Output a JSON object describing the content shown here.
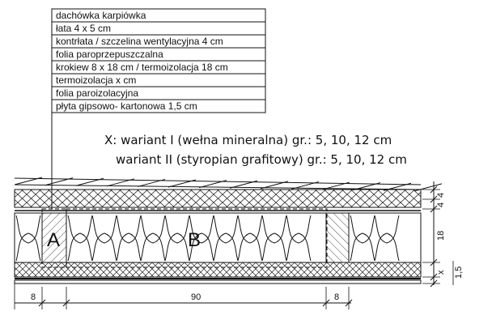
{
  "layers": [
    "dachówka karpiówka",
    "łata 4 x 5 cm",
    "kontrłata / szczelina wentylacyjna 4 cm",
    "folia paroprzepuszczalna",
    "krokiew 8 x 18 cm / termoizolacja 18 cm",
    "termoizolacja x cm",
    "folia paroizolacyjna",
    "płyta gipsowo- kartonowa 1,5 cm"
  ],
  "note": {
    "line1": "X: wariant I (wełna mineralna) gr.: 5, 10, 12 cm",
    "line2": "wariant II (styropian grafitowy) gr.: 5, 10, 12 cm"
  },
  "section_labels": {
    "a": "A",
    "b": "B"
  },
  "dimensions": {
    "bottom": [
      "8",
      "90",
      "8"
    ],
    "right": [
      "4",
      "4",
      "18",
      "x",
      "1,5"
    ]
  }
}
